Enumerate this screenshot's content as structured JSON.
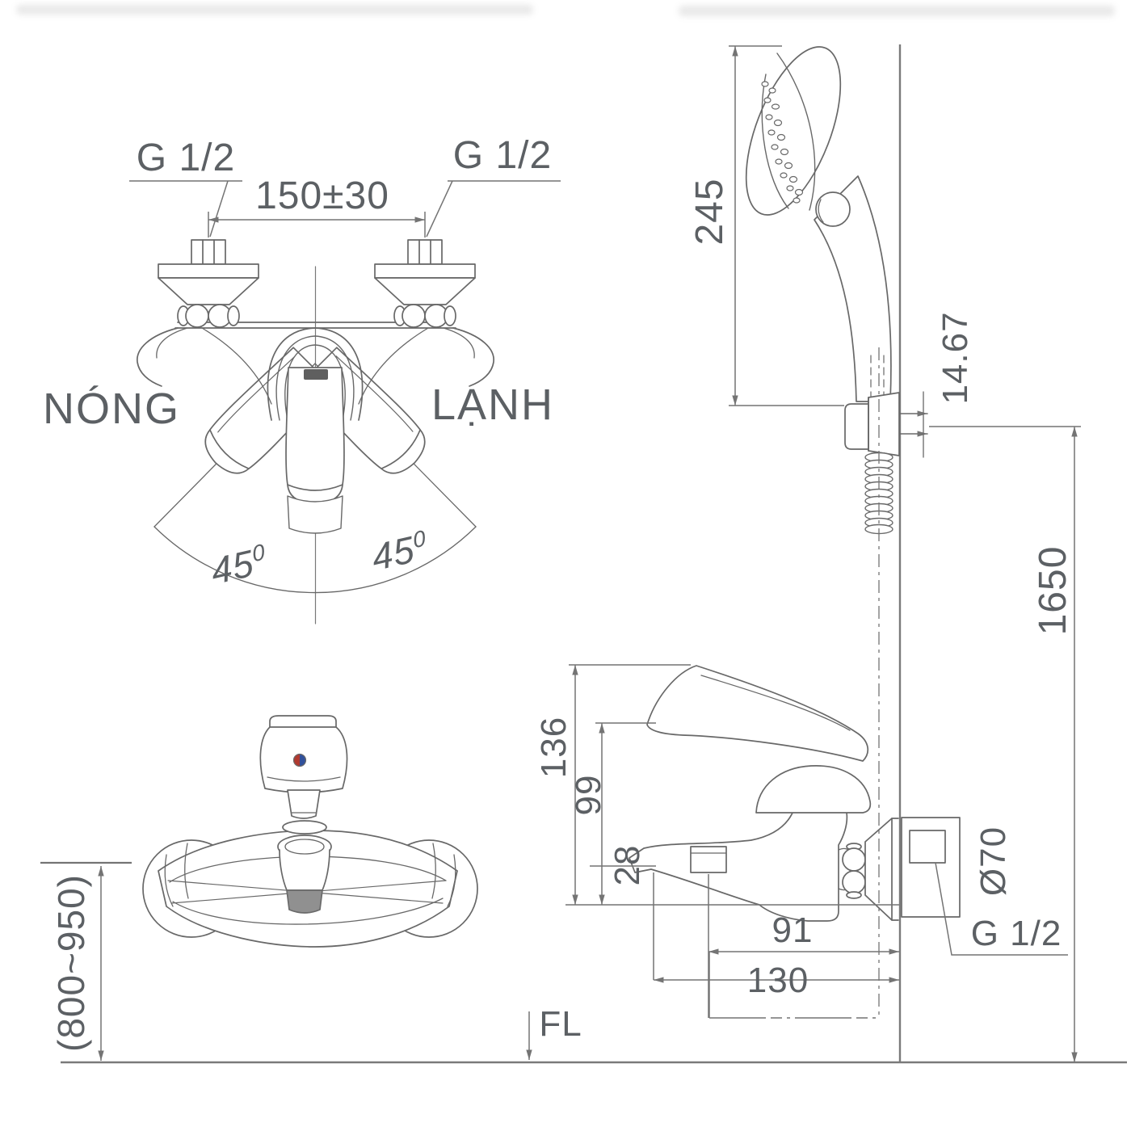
{
  "drawing": {
    "front_view": {
      "thread_left": "G 1/2",
      "thread_right": "G 1/2",
      "center_distance": "150±30",
      "hot_label": "NÓNG",
      "cold_label": "LẠNH",
      "swing_left": {
        "value": "45",
        "sup": "0"
      },
      "swing_right": {
        "value": "45",
        "sup": "0"
      }
    },
    "shower": {
      "head_length": "245",
      "bracket_offset": "14.67",
      "mount_height": "1650"
    },
    "side_view": {
      "dim_total_height": "136",
      "dim_spout_height": "99",
      "dim_spout_drop": "28",
      "dim_reach_91": "91",
      "dim_reach_130": "130",
      "escutcheon_diameter": "Ø70",
      "wall_thread": "G 1/2"
    },
    "installation": {
      "height_range": "(800~950)",
      "floor_label": "FL"
    },
    "colors": {
      "object_line": "#686868",
      "dimension_line": "#747474",
      "structure_line": "#7a7a7a",
      "text": "#5c6064",
      "indicator_hot": "#b03a30",
      "indicator_cold": "#31509b",
      "aerator_shade": "#909090",
      "background": "#ffffff"
    }
  }
}
